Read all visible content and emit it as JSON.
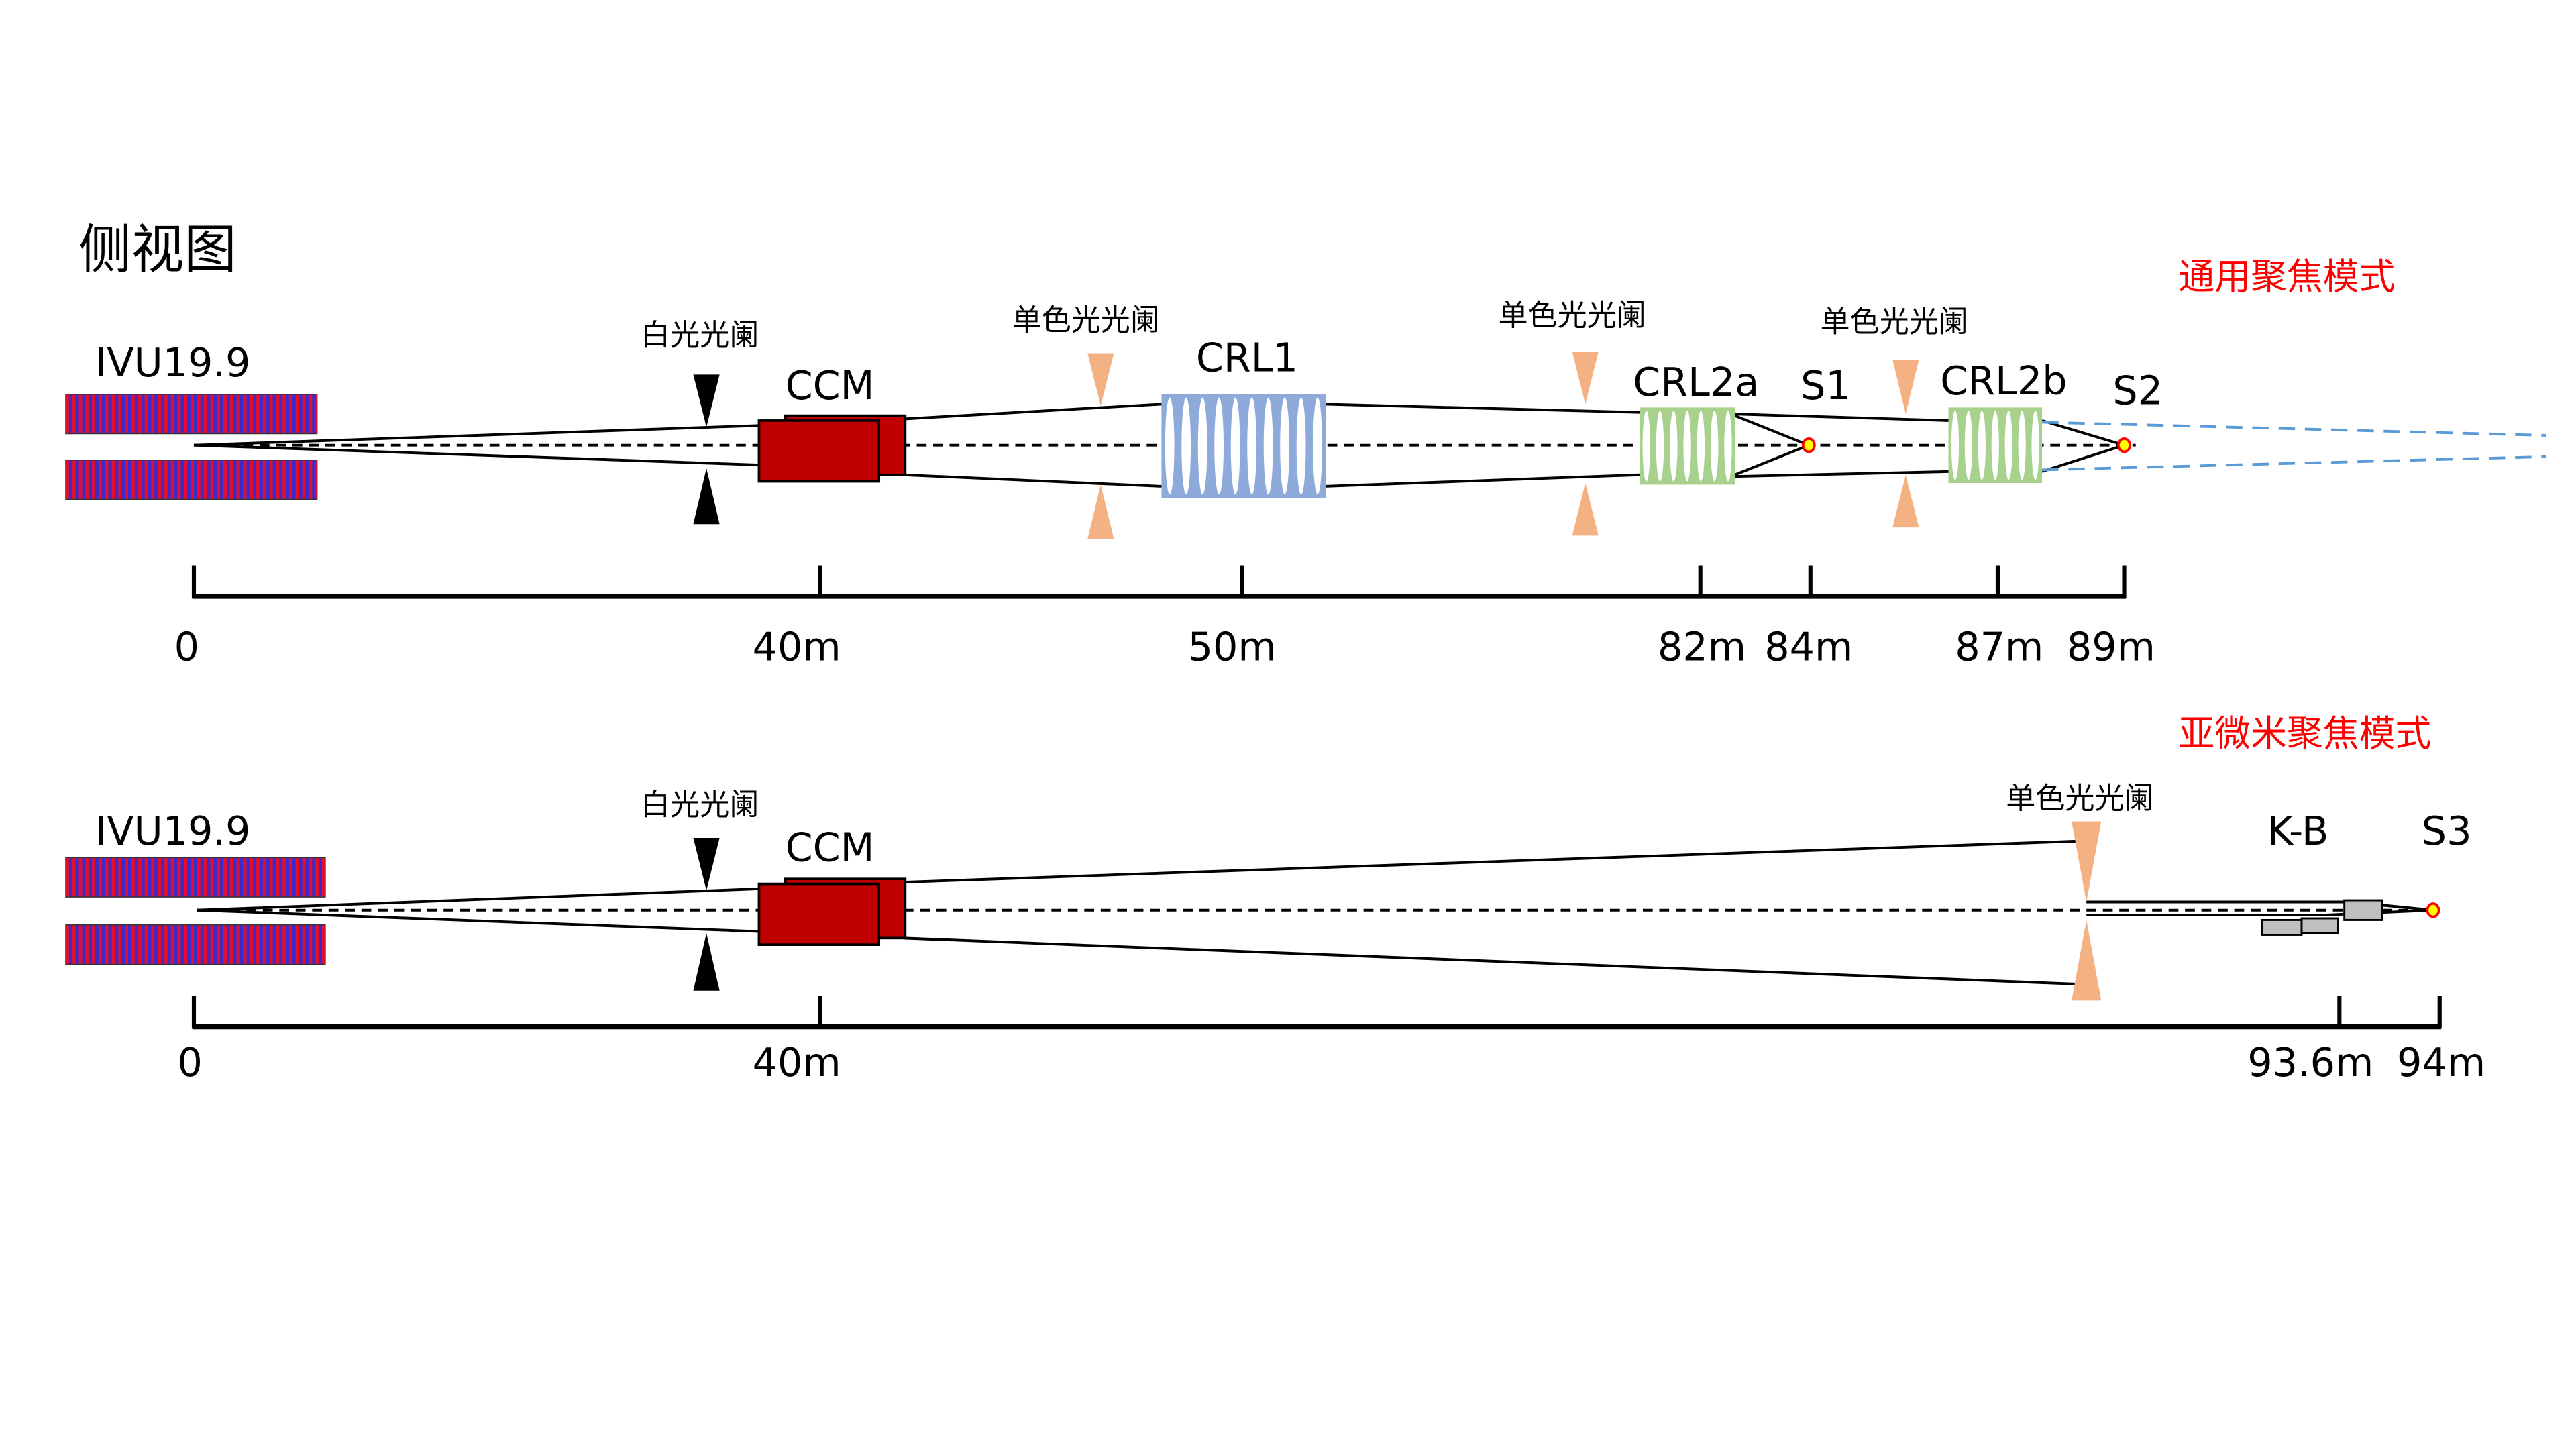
{
  "title": "侧视图",
  "colors": {
    "undulator_red": "#e0102a",
    "undulator_blue": "#3a2ad0",
    "ccm": "#c00000",
    "crl1": "#8eaadb",
    "crl2": "#a9d18e",
    "mono_aperture": "#f4b183",
    "focus_fill": "#ffff00",
    "focus_stroke": "#ff0000",
    "divergent_beam": "#5b9bd5",
    "kb": "#bfbfbf",
    "mode_label": "#ff0000"
  },
  "top": {
    "mode": "通用聚焦模式",
    "source": "IVU19.9",
    "white_aperture": "白光光阑",
    "ccm": "CCM",
    "mono_aperture_1": "单色光光阑",
    "crl1": "CRL1",
    "mono_aperture_2": "单色光光阑",
    "crl2a": "CRL2a",
    "s1": "S1",
    "mono_aperture_3": "单色光光阑",
    "crl2b": "CRL2b",
    "s2": "S2",
    "ticks": [
      "0",
      "40m",
      "50m",
      "82m",
      "84m",
      "87m",
      "89m"
    ]
  },
  "bottom": {
    "mode": "亚微米聚焦模式",
    "source": "IVU19.9",
    "white_aperture": "白光光阑",
    "ccm": "CCM",
    "mono_aperture": "单色光光阑",
    "kb": "K-B",
    "s3": "S3",
    "ticks": [
      "0",
      "40m",
      "93.6m",
      "94m"
    ]
  }
}
